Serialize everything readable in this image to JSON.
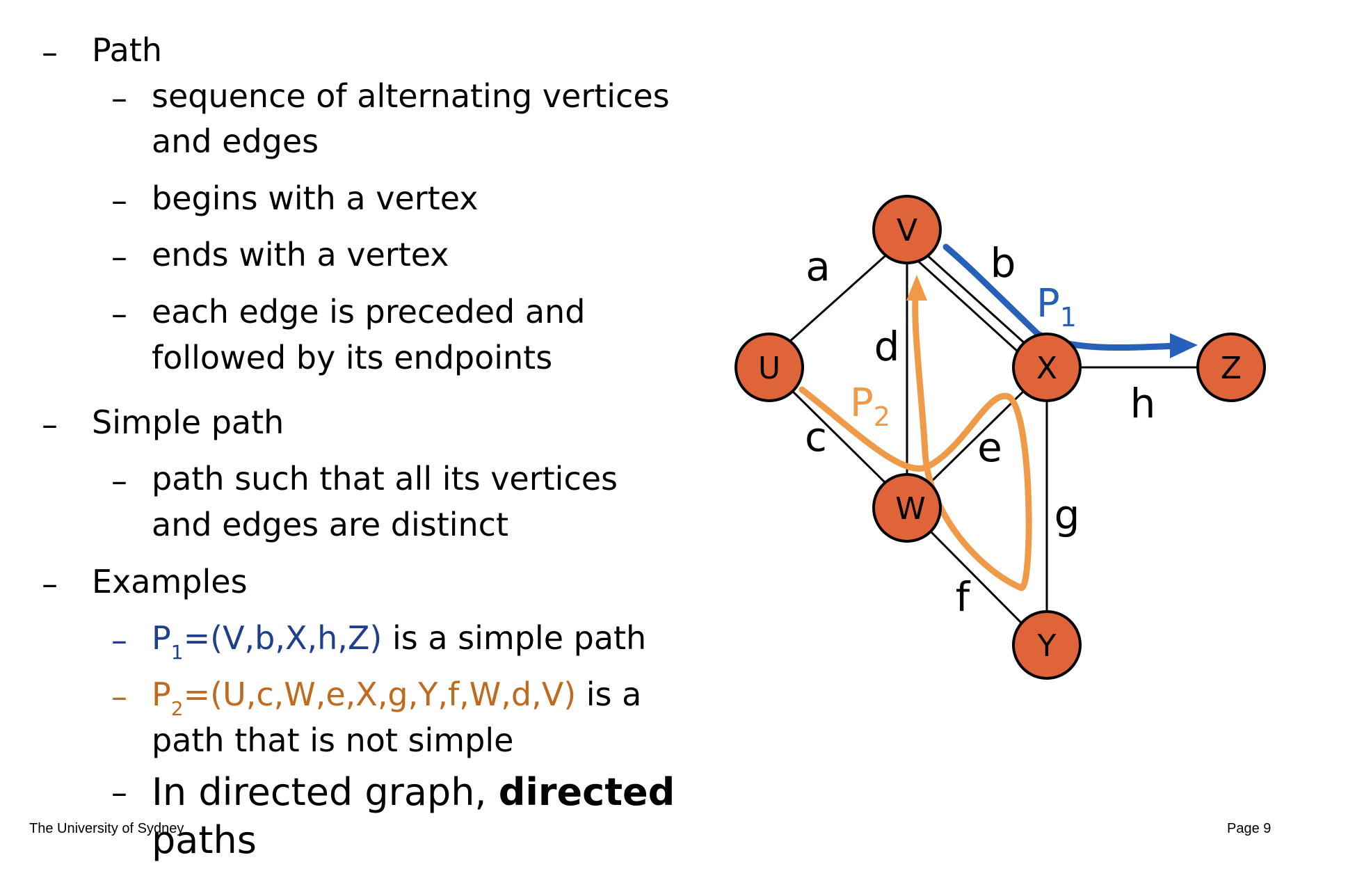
{
  "bullets": {
    "path": "Path",
    "path_items": [
      "sequence of alternating vertices",
      "and edges",
      "begins with a vertex",
      "ends with a vertex",
      "each edge is preceded and",
      "followed by its endpoints"
    ],
    "simple_path": "Simple path",
    "simple_items": [
      "path such that all its vertices",
      "and edges are distinct"
    ],
    "examples": "Examples",
    "ex1": {
      "p": "P",
      "sub": "1",
      "rest": "=(V,b,X,h,Z)",
      "tail": " is a simple path"
    },
    "ex2": {
      "p": "P",
      "sub": "2",
      "rest": "=(U,c,W,e,X,g,Y,f,W,d,V)",
      "tail": " is a",
      "line2": "path that is not simple"
    },
    "ex3": {
      "pre": "In directed graph, ",
      "bold": "directed",
      "line2": "paths"
    }
  },
  "dash": "–",
  "footer": {
    "left": "The University of Sydney",
    "right": "Page 9"
  },
  "graph": {
    "vertices": [
      "V",
      "U",
      "X",
      "Z",
      "W",
      "Y"
    ],
    "edges": [
      "a",
      "b",
      "c",
      "d",
      "e",
      "f",
      "g",
      "h"
    ],
    "path_labels": {
      "p1": "P",
      "p1_sub": "1",
      "p2": "P",
      "p2_sub": "2"
    },
    "colors": {
      "vertex": "#e0643a",
      "p1": "#2760b8",
      "p2": "#ee9a48",
      "text_blue": "#1f3f8a",
      "text_orange": "#c06a20"
    }
  }
}
